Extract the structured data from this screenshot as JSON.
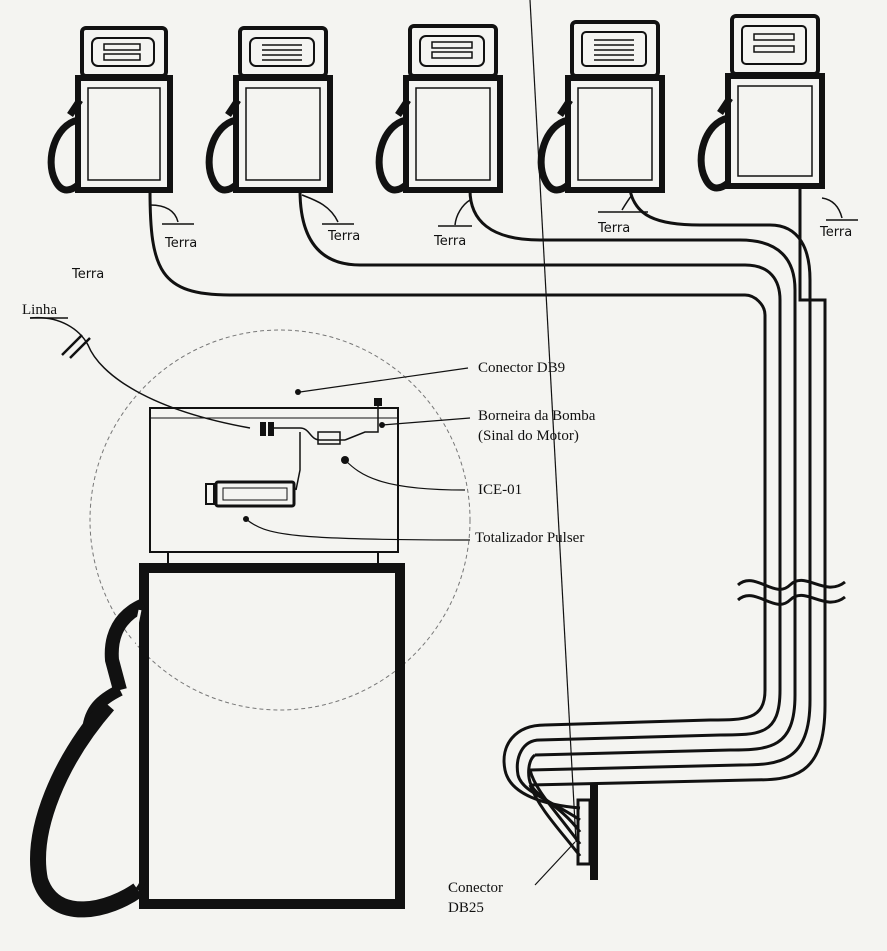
{
  "labels": {
    "terra": "Terra",
    "linha": "Linha",
    "conector_db9": "Conector DB9",
    "borneira_l1": "Borneira da Bomba",
    "borneira_l2": "(Sinal do Motor)",
    "ice01": "ICE-01",
    "totalizador": "Totalizador Pulser",
    "db25_l1": "Conector",
    "db25_l2": "DB25"
  },
  "colors": {
    "ink": "#111111",
    "paper": "#f4f4f1"
  }
}
